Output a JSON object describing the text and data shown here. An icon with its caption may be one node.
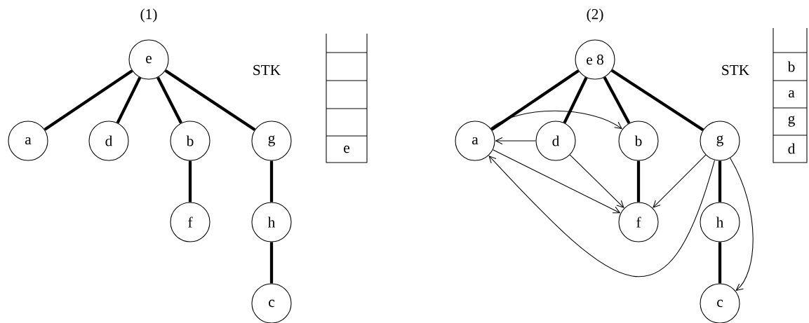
{
  "diagram": {
    "nodes": [
      {
        "text": [
          "e"
        ]
      },
      {
        "text": [
          "a"
        ]
      },
      {
        "text": [
          "d"
        ]
      },
      {
        "text": [
          "b"
        ]
      },
      {
        "text": [
          "g"
        ]
      },
      {
        "text": [
          "f"
        ]
      },
      {
        "text": [
          "h"
        ]
      },
      {
        "text": [
          "c"
        ]
      },
      {
        "text": [
          "e 8"
        ]
      },
      {
        "text": [
          "a"
        ]
      },
      {
        "text": [
          "d"
        ]
      },
      {
        "text": [
          "b"
        ]
      },
      {
        "text": [
          "g"
        ]
      },
      {
        "text": [
          "f"
        ]
      },
      {
        "text": [
          "h"
        ]
      },
      {
        "text": [
          "c"
        ]
      }
    ],
    "edges": [
      {
        "from": 0,
        "to": 1,
        "arrow": "none"
      },
      {
        "from": 0,
        "to": 2,
        "arrow": "none"
      },
      {
        "from": 0,
        "to": 3,
        "arrow": "none"
      },
      {
        "from": 0,
        "to": 4,
        "arrow": "none"
      },
      {
        "from": 3,
        "to": 5,
        "arrow": "none"
      },
      {
        "from": 4,
        "to": 6,
        "arrow": "none"
      },
      {
        "from": 6,
        "to": 7,
        "arrow": "none"
      },
      {
        "from": 8,
        "to": 9,
        "arrow": "none"
      },
      {
        "from": 8,
        "to": 10,
        "arrow": "none"
      },
      {
        "from": 8,
        "to": 11,
        "arrow": "none"
      },
      {
        "from": 8,
        "to": 12,
        "arrow": "none"
      },
      {
        "from": 11,
        "to": 13,
        "arrow": "none"
      },
      {
        "from": 12,
        "to": 14,
        "arrow": "none"
      },
      {
        "from": 14,
        "to": 15,
        "arrow": "none"
      },
      {
        "from": 9,
        "to": 11,
        "arrow": "to"
      },
      {
        "from": 10,
        "to": 9,
        "arrow": "to"
      },
      {
        "from": 10,
        "to": 13,
        "arrow": "to"
      },
      {
        "from": 9,
        "to": 13,
        "arrow": "to"
      },
      {
        "from": 12,
        "to": 13,
        "arrow": "to"
      },
      {
        "from": 12,
        "to": 9,
        "arrow": "to"
      },
      {
        "from": 12,
        "to": 15,
        "arrow": "to"
      }
    ],
    "labels": [
      "(1)",
      "STK",
      "e",
      "(2)",
      "STK",
      "b",
      "a",
      "g",
      "d"
    ]
  }
}
